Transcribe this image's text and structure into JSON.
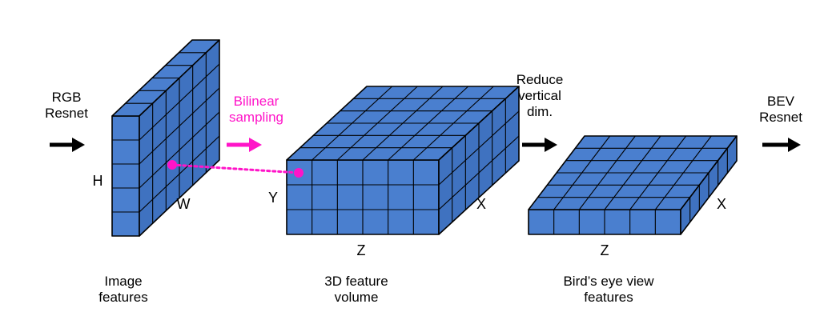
{
  "stages": {
    "input": {
      "line1": "RGB",
      "line2": "Resnet"
    },
    "sampling": {
      "line1": "Bilinear",
      "line2": "sampling"
    },
    "reduce": {
      "line1": "Reduce",
      "line2": "vertical",
      "line3": "dim."
    },
    "output": {
      "line1": "BEV",
      "line2": "Resnet"
    }
  },
  "axes": {
    "image_height": "H",
    "image_width": "W",
    "volume_y": "Y",
    "volume_x": "X",
    "volume_z": "Z",
    "bev_x": "X",
    "bev_z": "Z"
  },
  "captions": {
    "image": {
      "line1": "Image",
      "line2": "features"
    },
    "volume": {
      "line1": "3D feature",
      "line2": "volume"
    },
    "bev": {
      "line1": "Bird’s eye view",
      "line2": "features"
    }
  },
  "colors": {
    "face": "#4a7fcf",
    "face_side": "#3f72c0",
    "grid": "#000000",
    "sampling": "#ff14c8",
    "arrow": "#000000"
  }
}
